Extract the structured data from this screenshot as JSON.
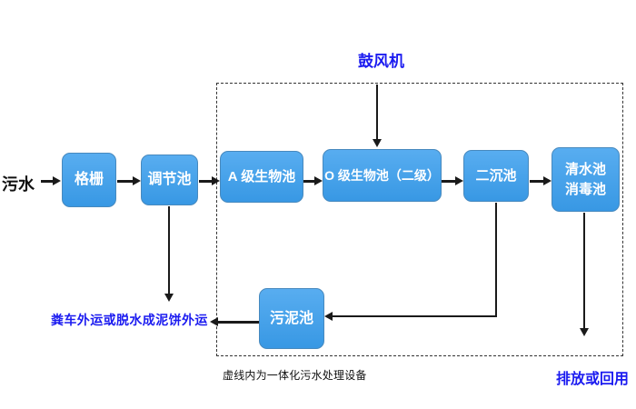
{
  "diagram": {
    "source_label": "污水",
    "blower_label": "鼓风机",
    "nodes": {
      "grille": "格栅",
      "regulating_tank": "调节池",
      "a_bio_tank": "A 级生物池",
      "o_bio_tank": "O 级生物池（二级）",
      "secondary_sedimentation_tank": "二沉池",
      "clear_water_tank_line1": "清水池",
      "clear_water_tank_line2": "消毒池",
      "sludge_tank": "污泥池"
    },
    "outputs": {
      "sludge_disposal": "粪车外运或脱水成泥饼外运",
      "discharge": "排放或回用"
    },
    "dashed_box_caption": "虚线内为一体化污水处理设备"
  },
  "colors": {
    "background": "#FFFFFF",
    "box_fill_top": "#58ADF0",
    "box_fill": "#3898E4",
    "box_border": "#4789BE",
    "box_text": "#FFFFFF",
    "blue_label": "#1B1BF0",
    "line": "#1A1A1A"
  }
}
